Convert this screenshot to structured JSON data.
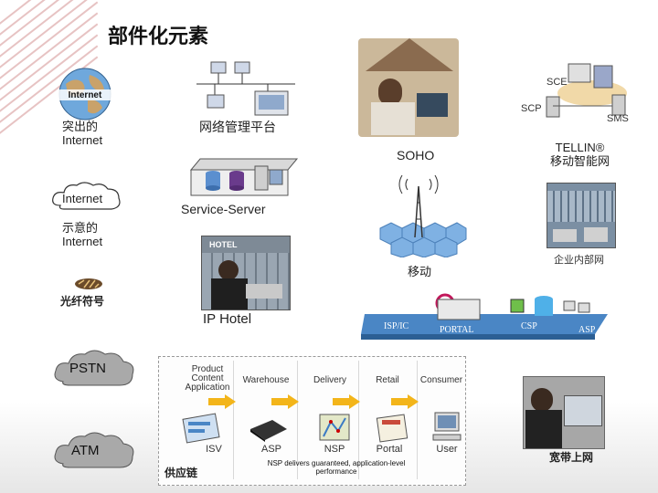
{
  "title": "部件化元素",
  "left": {
    "outstanding_internet": "突出的\nInternet",
    "internet": "Internet",
    "illustrative_internet": "示意的\nInternet",
    "fiber_symbol": "光纤符号",
    "pstn": "PSTN",
    "atm": "ATM"
  },
  "center": {
    "network_mgmt": "网络管理平台",
    "service_server": "Service-Server",
    "ip_hotel": "IP Hotel",
    "hotel_sign": "HOTEL",
    "soho": "SOHO",
    "mobile": "移动"
  },
  "right": {
    "sce": "SCE",
    "scp": "SCP",
    "sms": "SMS",
    "tellin": "TELLIN®\n移动智能网",
    "enterprise_net": "企业内部网",
    "broadband": "宽带上网"
  },
  "providers": {
    "isp_ic": "ISP/IC",
    "portal": "PORTAL",
    "csp": "CSP",
    "asp": "ASP"
  },
  "supply_chain": {
    "label": "供应链",
    "top": [
      "Product\nContent\nApplication",
      "Warehouse",
      "Delivery",
      "Retail",
      "Consumer"
    ],
    "bottom": [
      "ISV",
      "ASP",
      "NSP",
      "Portal",
      "User"
    ],
    "note": "NSP delivers guaranteed, application-level\nperformance"
  },
  "globe_label": "Internet",
  "colors": {
    "accent_red": "#c8102e",
    "arrow_yellow": "#f3b51a",
    "provider_blue": "#4a86c5"
  }
}
